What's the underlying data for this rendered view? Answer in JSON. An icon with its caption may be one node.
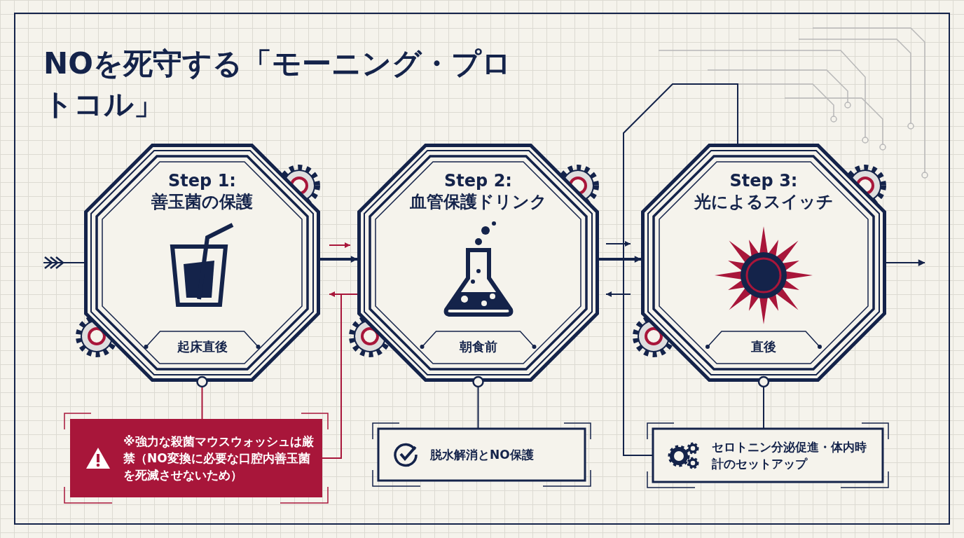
{
  "diagram": {
    "title": "NOを死守する「モーニング・プロトコル」",
    "nodes": [
      {
        "text": [
          "Step 1: 善玉菌の保護",
          "起床直後"
        ]
      },
      {
        "text": [
          "Step 2: 血管保護ドリンク",
          "朝食前"
        ]
      },
      {
        "text": [
          "Step 3: 光によるスイッチ",
          "直後"
        ]
      },
      {
        "text": [
          "※強力な殺菌マウスウォッシュは厳禁（NO変換に必要な口腔内善玉菌を死滅させないため）"
        ]
      },
      {
        "text": [
          "脱水解消とNO保護"
        ]
      },
      {
        "text": [
          "セロトニン分泌促進・体内時計のセットアップ"
        ]
      }
    ],
    "edges": [
      {
        "from": null,
        "to": 0,
        "arrow": "other"
      },
      {
        "from": 0,
        "to": 1,
        "arrow": "to"
      },
      {
        "from": 1,
        "to": 2,
        "arrow": "to"
      },
      {
        "from": 2,
        "to": null,
        "arrow": "to"
      },
      {
        "from": 0,
        "to": 3,
        "arrow": "none",
        "color": "#a8163a"
      },
      {
        "from": 3,
        "to": 1,
        "arrow": "none",
        "color": "#a8163a"
      },
      {
        "from": 1,
        "to": 4,
        "arrow": "none"
      },
      {
        "from": 2,
        "to": 5,
        "arrow": "none"
      },
      {
        "from": 5,
        "to": 2,
        "arrow": "to"
      }
    ]
  }
}
